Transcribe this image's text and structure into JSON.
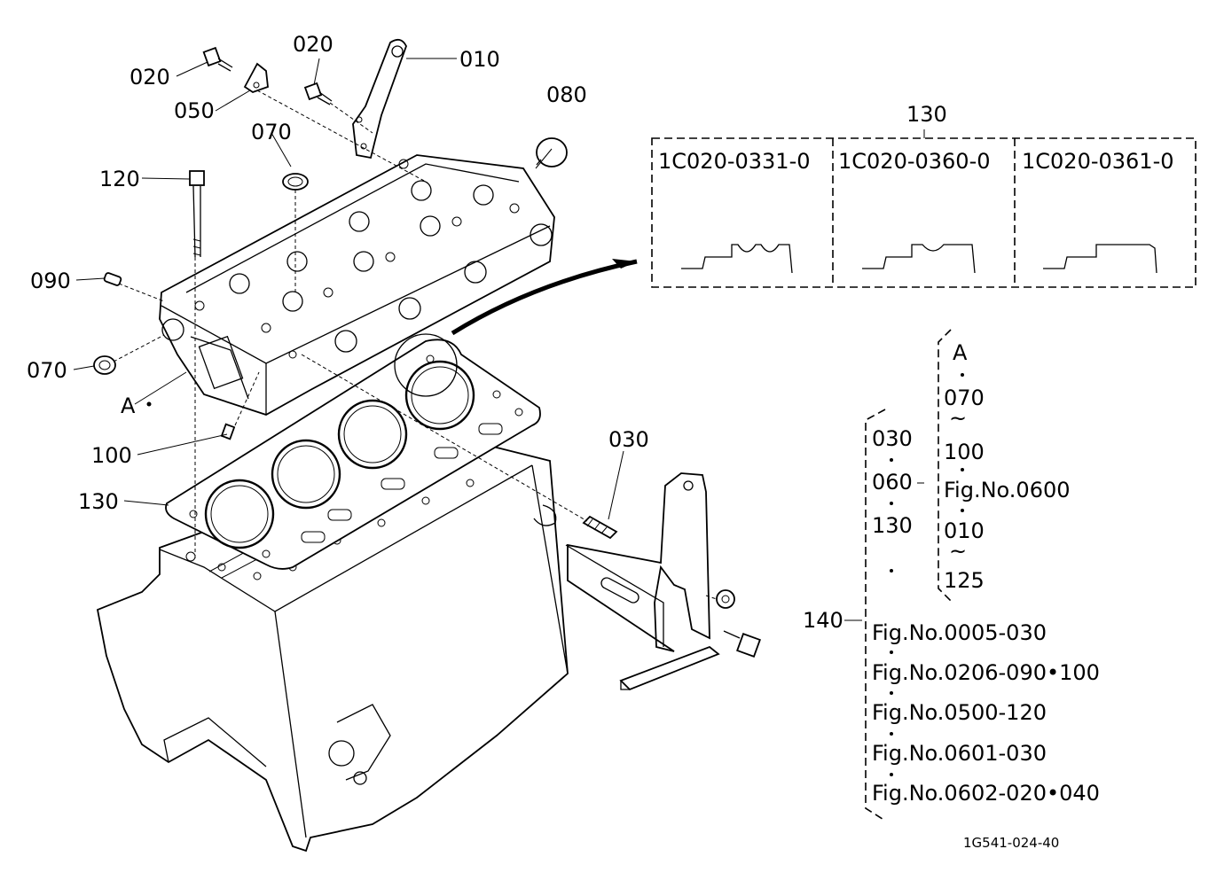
{
  "callouts": {
    "c010": "010",
    "c020_top": "020",
    "c020_left": "020",
    "c050": "050",
    "c080": "080",
    "c070_top": "070",
    "c120": "120",
    "c090": "090",
    "c070_left": "070",
    "c_a": "A",
    "c100": "100",
    "c130": "130",
    "c030": "030"
  },
  "gasket_variants": {
    "group_label": "130",
    "items": [
      "1C020-0331-0",
      "1C020-0360-0",
      "1C020-0361-0"
    ]
  },
  "kit_140": {
    "label": "140",
    "left_column": [
      "030",
      "060",
      "130"
    ],
    "bracket_column": [
      "A",
      "070",
      "~",
      "100",
      "Fig.No.0600",
      "010",
      "~",
      "125"
    ],
    "fig_refs": [
      "Fig.No.0005-030",
      "Fig.No.0206-090•100",
      "Fig.No.0500-120",
      "Fig.No.0601-030",
      "Fig.No.0602-020•040"
    ]
  },
  "drawing_number": "1G541-024-40"
}
